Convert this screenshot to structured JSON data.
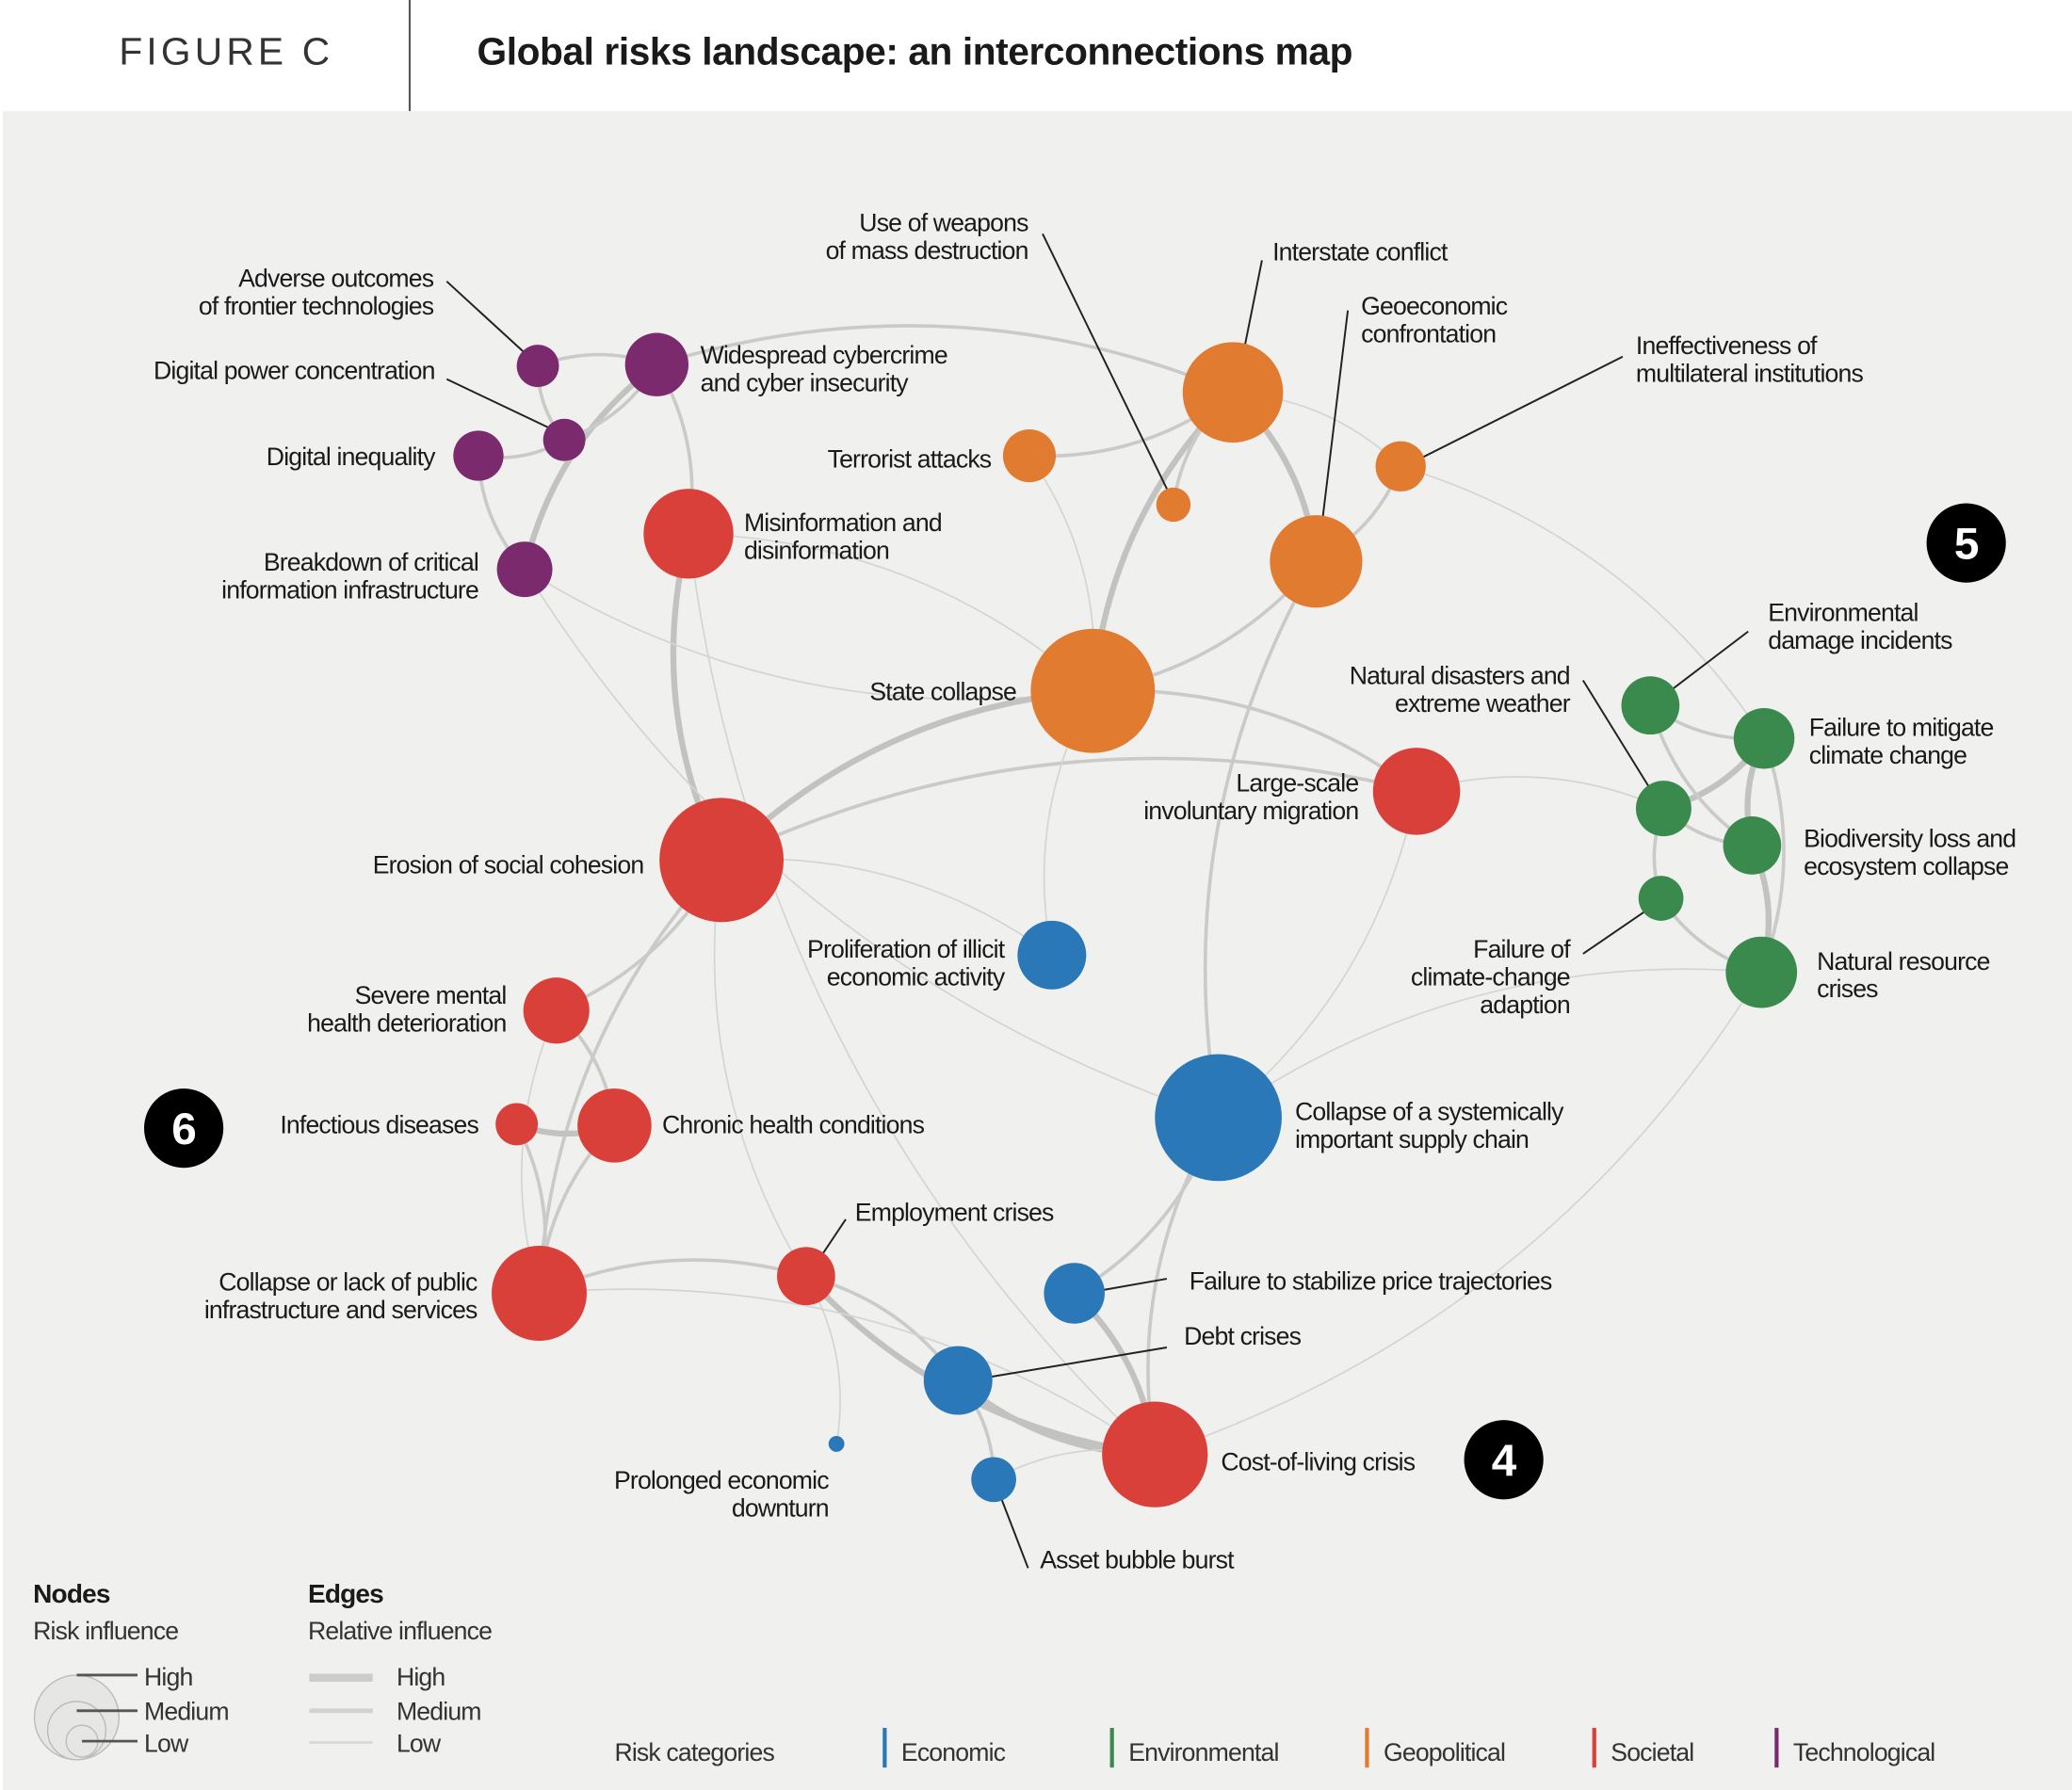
{
  "header": {
    "figure_label": "FIGURE C",
    "title": "Global risks landscape: an interconnections map"
  },
  "categories": {
    "economic": {
      "label": "Economic",
      "color": "#2a78b8"
    },
    "environmental": {
      "label": "Environmental",
      "color": "#3a8a4e"
    },
    "geopolitical": {
      "label": "Geopolitical",
      "color": "#e07b30"
    },
    "societal": {
      "label": "Societal",
      "color": "#d9403a"
    },
    "technological": {
      "label": "Technological",
      "color": "#7b2a6e"
    }
  },
  "nodes": [
    {
      "id": "adverse",
      "category": "technological",
      "influence": 16,
      "label": [
        "Adverse outcomes",
        "of frontier technologies"
      ]
    },
    {
      "id": "cyber",
      "category": "technological",
      "influence": 24,
      "label": [
        "Widespread cybercrime",
        "and cyber insecurity"
      ]
    },
    {
      "id": "digpower",
      "category": "technological",
      "influence": 16,
      "label": [
        "Digital power concentration"
      ]
    },
    {
      "id": "diginequality",
      "category": "technological",
      "influence": 19,
      "label": [
        "Digital inequality"
      ]
    },
    {
      "id": "breakdown",
      "category": "technological",
      "influence": 21,
      "label": [
        "Breakdown of critical",
        "information infrastructure"
      ]
    },
    {
      "id": "misinfo",
      "category": "societal",
      "influence": 34,
      "label": [
        "Misinformation and",
        "disinformation"
      ]
    },
    {
      "id": "erosion",
      "category": "societal",
      "influence": 47,
      "label": [
        "Erosion of social cohesion"
      ]
    },
    {
      "id": "mental",
      "category": "societal",
      "influence": 25,
      "label": [
        "Severe mental",
        "health deterioration"
      ]
    },
    {
      "id": "infectious",
      "category": "societal",
      "influence": 16,
      "label": [
        "Infectious diseases"
      ]
    },
    {
      "id": "chronic",
      "category": "societal",
      "influence": 28,
      "label": [
        "Chronic health conditions"
      ]
    },
    {
      "id": "publicinfra",
      "category": "societal",
      "influence": 36,
      "label": [
        "Collapse or lack of public",
        "infrastructure and services"
      ]
    },
    {
      "id": "employment",
      "category": "societal",
      "influence": 22,
      "label": [
        "Employment crises"
      ]
    },
    {
      "id": "costofliving",
      "category": "societal",
      "influence": 40,
      "label": [
        "Cost-of-living crisis"
      ]
    },
    {
      "id": "migration",
      "category": "societal",
      "influence": 33,
      "label": [
        "Large-scale",
        "involuntary migration"
      ]
    },
    {
      "id": "interstate",
      "category": "geopolitical",
      "influence": 38,
      "label": [
        "Interstate conflict"
      ]
    },
    {
      "id": "terrorist",
      "category": "geopolitical",
      "influence": 20,
      "label": [
        "Terrorist attacks"
      ]
    },
    {
      "id": "wmd",
      "category": "geopolitical",
      "influence": 13,
      "label": [
        "Use of weapons",
        "of mass destruction"
      ]
    },
    {
      "id": "geoeconomic",
      "category": "geopolitical",
      "influence": 35,
      "label": [
        "Geoeconomic",
        "confrontation"
      ]
    },
    {
      "id": "ineffective",
      "category": "geopolitical",
      "influence": 19,
      "label": [
        "Ineffectiveness of",
        "multilateral institutions"
      ]
    },
    {
      "id": "statecollapse",
      "category": "geopolitical",
      "influence": 47,
      "label": [
        "State collapse"
      ]
    },
    {
      "id": "illicit",
      "category": "economic",
      "influence": 26,
      "label": [
        "Proliferation of illicit",
        "economic activity"
      ]
    },
    {
      "id": "supplychain",
      "category": "economic",
      "influence": 48,
      "label": [
        "Collapse of a systemically",
        "important supply chain"
      ]
    },
    {
      "id": "price",
      "category": "economic",
      "influence": 23,
      "label": [
        "Failure to stabilize price trajectories"
      ]
    },
    {
      "id": "debt",
      "category": "economic",
      "influence": 26,
      "label": [
        "Debt crises"
      ]
    },
    {
      "id": "asset",
      "category": "economic",
      "influence": 17,
      "label": [
        "Asset bubble burst"
      ]
    },
    {
      "id": "prolonged",
      "category": "economic",
      "influence": 6,
      "label": [
        "Prolonged economic",
        "downturn"
      ]
    },
    {
      "id": "envdamage",
      "category": "environmental",
      "influence": 22,
      "label": [
        "Environmental",
        "damage incidents"
      ]
    },
    {
      "id": "mitigate",
      "category": "environmental",
      "influence": 23,
      "label": [
        "Failure to mitigate",
        "climate change"
      ]
    },
    {
      "id": "natdisasters",
      "category": "environmental",
      "influence": 21,
      "label": [
        "Natural disasters and",
        "extreme weather"
      ]
    },
    {
      "id": "biodiversity",
      "category": "environmental",
      "influence": 22,
      "label": [
        "Biodiversity loss and",
        "ecosystem collapse"
      ]
    },
    {
      "id": "adaptation",
      "category": "environmental",
      "influence": 17,
      "label": [
        "Failure of",
        "climate-change",
        "adaption"
      ]
    },
    {
      "id": "natres",
      "category": "environmental",
      "influence": 27,
      "label": [
        "Natural resource",
        "crises"
      ]
    }
  ],
  "edges": [
    [
      "adverse",
      "cyber",
      2
    ],
    [
      "adverse",
      "digpower",
      2
    ],
    [
      "digpower",
      "diginequality",
      2
    ],
    [
      "cyber",
      "breakdown",
      3
    ],
    [
      "cyber",
      "misinfo",
      2
    ],
    [
      "diginequality",
      "breakdown",
      2
    ],
    [
      "cyber",
      "digpower",
      2
    ],
    [
      "misinfo",
      "erosion",
      3
    ],
    [
      "misinfo",
      "statecollapse",
      1
    ],
    [
      "breakdown",
      "statecollapse",
      1
    ],
    [
      "cyber",
      "interstate",
      2
    ],
    [
      "terrorist",
      "interstate",
      2
    ],
    [
      "terrorist",
      "statecollapse",
      1
    ],
    [
      "interstate",
      "statecollapse",
      3
    ],
    [
      "interstate",
      "geoeconomic",
      3
    ],
    [
      "interstate",
      "wmd",
      2
    ],
    [
      "geoeconomic",
      "statecollapse",
      2
    ],
    [
      "geoeconomic",
      "ineffective",
      2
    ],
    [
      "interstate",
      "ineffective",
      1
    ],
    [
      "statecollapse",
      "erosion",
      3
    ],
    [
      "statecollapse",
      "migration",
      2
    ],
    [
      "geoeconomic",
      "supplychain",
      2
    ],
    [
      "erosion",
      "mental",
      2
    ],
    [
      "erosion",
      "publicinfra",
      2
    ],
    [
      "erosion",
      "migration",
      2
    ],
    [
      "erosion",
      "employment",
      1
    ],
    [
      "mental",
      "chronic",
      2
    ],
    [
      "infectious",
      "chronic",
      3
    ],
    [
      "infectious",
      "publicinfra",
      2
    ],
    [
      "chronic",
      "publicinfra",
      2
    ],
    [
      "publicinfra",
      "employment",
      2
    ],
    [
      "employment",
      "costofliving",
      3
    ],
    [
      "employment",
      "debt",
      2
    ],
    [
      "debt",
      "costofliving",
      3
    ],
    [
      "price",
      "costofliving",
      3
    ],
    [
      "asset",
      "debt",
      2
    ],
    [
      "asset",
      "costofliving",
      1
    ],
    [
      "prolonged",
      "employment",
      1
    ],
    [
      "supplychain",
      "price",
      2
    ],
    [
      "supplychain",
      "costofliving",
      2
    ],
    [
      "illicit",
      "statecollapse",
      1
    ],
    [
      "illicit",
      "erosion",
      1
    ],
    [
      "migration",
      "natdisasters",
      1
    ],
    [
      "envdamage",
      "mitigate",
      2
    ],
    [
      "mitigate",
      "natdisasters",
      3
    ],
    [
      "mitigate",
      "biodiversity",
      3
    ],
    [
      "biodiversity",
      "natres",
      3
    ],
    [
      "natdisasters",
      "biodiversity",
      2
    ],
    [
      "adaptation",
      "natdisasters",
      2
    ],
    [
      "adaptation",
      "natres",
      2
    ],
    [
      "mitigate",
      "natres",
      2
    ],
    [
      "natres",
      "supplychain",
      1
    ],
    [
      "natres",
      "costofliving",
      1
    ],
    [
      "envdamage",
      "biodiversity",
      2
    ],
    [
      "migration",
      "supplychain",
      1
    ],
    [
      "mental",
      "publicinfra",
      1
    ],
    [
      "publicinfra",
      "costofliving",
      1
    ],
    [
      "breakdown",
      "supplychain",
      1
    ],
    [
      "ineffective",
      "mitigate",
      1
    ],
    [
      "misinfo",
      "costofliving",
      1
    ]
  ],
  "badges": [
    "5",
    "6",
    "4"
  ],
  "legend": {
    "nodes_title": "Nodes",
    "nodes_subtitle": "Risk influence",
    "edges_title": "Edges",
    "edges_subtitle": "Relative influence",
    "levels": [
      "High",
      "Medium",
      "Low"
    ],
    "categories_title": "Risk categories"
  }
}
